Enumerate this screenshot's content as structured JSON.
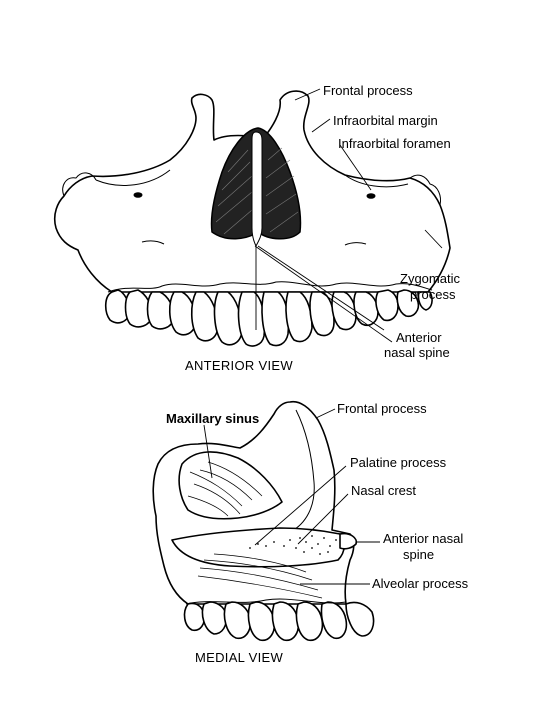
{
  "anterior_view": {
    "caption": "ANTERIOR VIEW",
    "labels": {
      "frontal_process": "Frontal process",
      "infraorbital_margin": "Infraorbital margin",
      "infraorbital_foramen": "Infraorbital foramen",
      "zygomatic_process_line1": "Zygomatic",
      "zygomatic_process_line2": "process",
      "anterior_nasal_spine_line1": "Anterior",
      "anterior_nasal_spine_line2": "nasal spine"
    }
  },
  "medial_view": {
    "caption": "MEDIAL VIEW",
    "labels": {
      "maxillary_sinus": "Maxillary sinus",
      "frontal_process": "Frontal process",
      "palatine_process": "Palatine process",
      "nasal_crest": "Nasal crest",
      "anterior_nasal_spine_line1": "Anterior nasal",
      "anterior_nasal_spine_line2": "spine",
      "alveolar_process": "Alveolar process"
    }
  }
}
